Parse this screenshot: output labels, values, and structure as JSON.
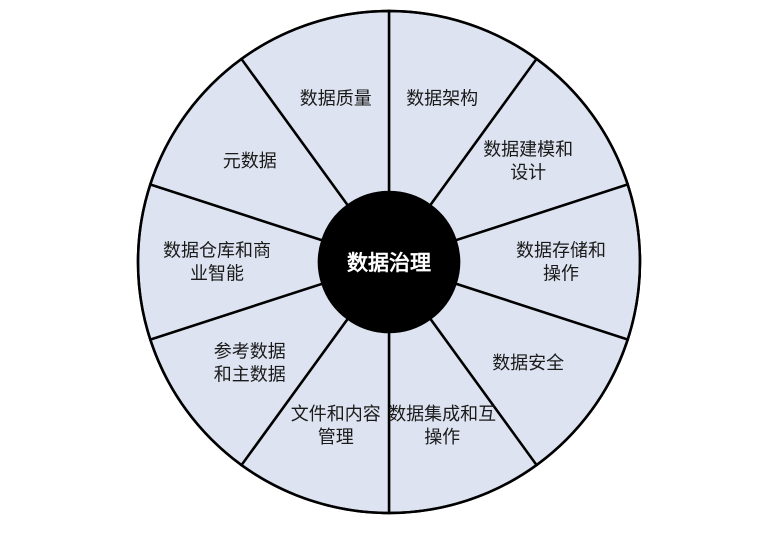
{
  "diagram": {
    "center": "数据治理",
    "segments": [
      {
        "label_lines": [
          "数据架构"
        ]
      },
      {
        "label_lines": [
          "数据建模和",
          "设计"
        ]
      },
      {
        "label_lines": [
          "数据存储和",
          "操作"
        ]
      },
      {
        "label_lines": [
          "数据安全"
        ]
      },
      {
        "label_lines": [
          "数据集成和互",
          "操作"
        ]
      },
      {
        "label_lines": [
          "文件和内容",
          "管理"
        ]
      },
      {
        "label_lines": [
          "参考数据",
          "和主数据"
        ]
      },
      {
        "label_lines": [
          "数据仓库和商",
          "业智能"
        ]
      },
      {
        "label_lines": [
          "元数据"
        ]
      },
      {
        "label_lines": [
          "数据质量"
        ]
      }
    ]
  },
  "colors": {
    "segment_fill": "#dde3f0",
    "outline": "#000000",
    "center_fill": "#000000",
    "center_text": "#ffffff",
    "label_text": "#1a1a1a"
  }
}
